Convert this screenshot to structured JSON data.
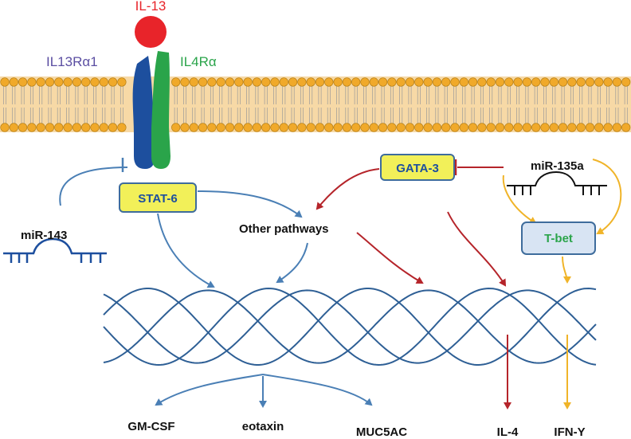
{
  "ligand": {
    "label": "IL-13",
    "color": "#e8242a"
  },
  "receptors": {
    "left": {
      "label": "IL13Rα1",
      "color": "#1d4f9e",
      "label_color": "#5b4ea2"
    },
    "right": {
      "label": "IL4Rα",
      "color": "#2aa44a",
      "label_color": "#2aa44a"
    }
  },
  "membrane": {
    "head_color": "#f0a92a",
    "tail_color": "#f7d9a6"
  },
  "boxes": {
    "stat6": {
      "label": "STAT-6",
      "fill": "#f2f059",
      "stroke": "#3e6c9c",
      "text_color": "#1d4f9e"
    },
    "gata3": {
      "label": "GATA-3",
      "fill": "#f2f059",
      "stroke": "#3e6c9c",
      "text_color": "#1d4f9e"
    },
    "tbet": {
      "label": "T-bet",
      "fill": "#d8e4f3",
      "stroke": "#3e6c9c",
      "text_color": "#2aa44a"
    }
  },
  "mirnas": {
    "mir143": {
      "label": "miR-143"
    },
    "mir135a": {
      "label": "miR-135a"
    }
  },
  "nodes": {
    "other_pathways": "Other pathways"
  },
  "outputs": {
    "gm_csf": "GM-CSF",
    "eotaxin": "eotaxin",
    "muc5ac": "MUC5AC",
    "il4": "IL-4",
    "ifn": "IFN-Y"
  },
  "colors": {
    "blue_arrow": "#4a7fb5",
    "red_arrow": "#b5242a",
    "yellow_arrow": "#f0b429",
    "dna": "#2e5f95"
  }
}
